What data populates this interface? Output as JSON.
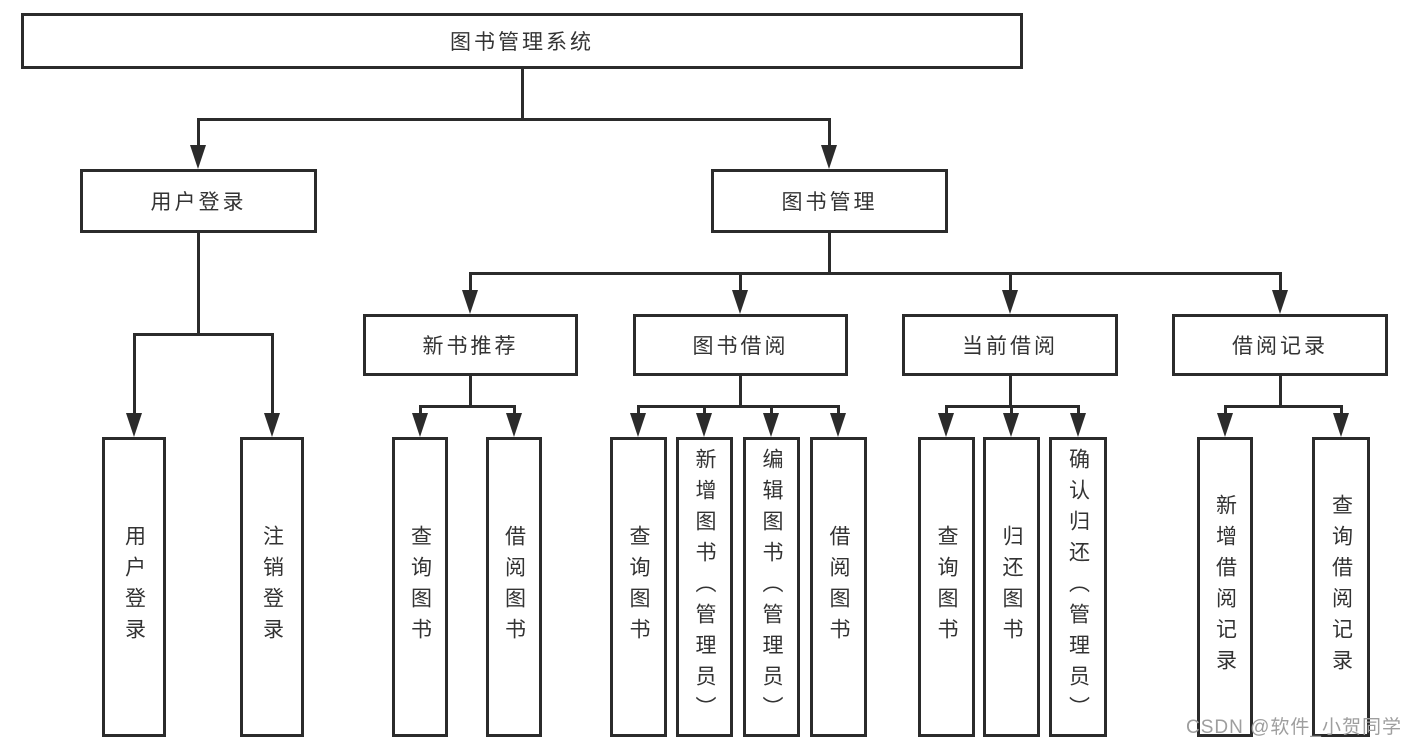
{
  "colors": {
    "line": "#2b2b2b",
    "text": "#333333",
    "bg": "#ffffff",
    "watermark": "#9e9e9e"
  },
  "watermark": "CSDN @软件_小贺同学",
  "tree": {
    "root": {
      "label": "图书管理系统"
    },
    "children": [
      {
        "label": "用户登录",
        "children": [
          {
            "label": "用户登录"
          },
          {
            "label": "注销登录"
          }
        ]
      },
      {
        "label": "图书管理",
        "children": [
          {
            "label": "新书推荐",
            "children": [
              {
                "label": "查询图书"
              },
              {
                "label": "借阅图书"
              }
            ]
          },
          {
            "label": "图书借阅",
            "children": [
              {
                "label": "查询图书"
              },
              {
                "label": "新增图书（管理员）"
              },
              {
                "label": "编辑图书（管理员）"
              },
              {
                "label": "借阅图书"
              }
            ]
          },
          {
            "label": "当前借阅",
            "children": [
              {
                "label": "查询图书"
              },
              {
                "label": "归还图书"
              },
              {
                "label": "确认归还（管理员）"
              }
            ]
          },
          {
            "label": "借阅记录",
            "children": [
              {
                "label": "新增借阅记录"
              },
              {
                "label": "查询借阅记录"
              }
            ]
          }
        ]
      }
    ]
  }
}
